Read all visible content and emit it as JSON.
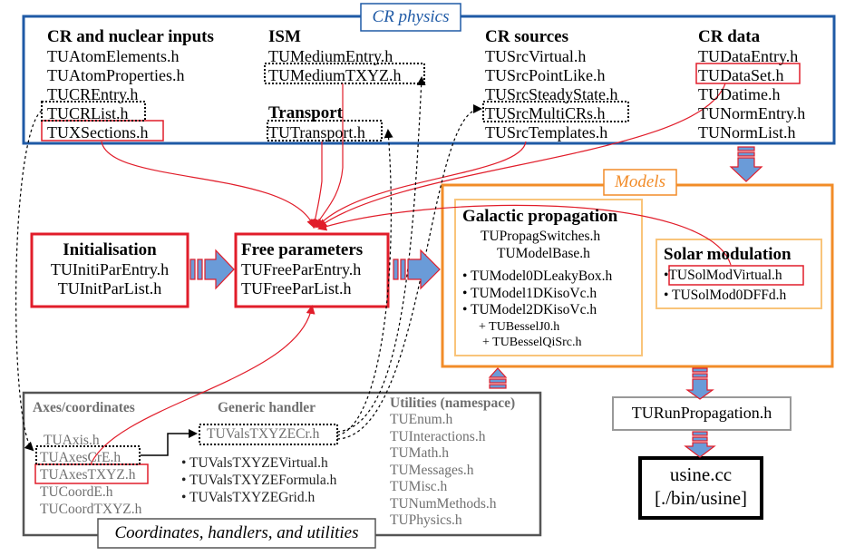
{
  "cr_physics": {
    "title": "CR physics",
    "nuclear": {
      "header": "CR and nuclear inputs",
      "files": [
        "TUAtomElements.h",
        "TUAtomProperties.h",
        "TUCREntry.h",
        "TUCRList.h",
        "TUXSections.h"
      ]
    },
    "ism": {
      "header": "ISM",
      "files": [
        "TUMediumEntry.h",
        "TUMediumTXYZ.h"
      ]
    },
    "transport": {
      "header": "Transport",
      "files": [
        "TUTransport.h"
      ]
    },
    "sources": {
      "header": "CR sources",
      "files": [
        "TUSrcVirtual.h",
        "TUSrcPointLike.h",
        "TUSrcSteadyState.h",
        "TUSrcMultiCRs.h",
        "TUSrcTemplates.h"
      ]
    },
    "data": {
      "header": "CR data",
      "files": [
        "TUDataEntry.h",
        "TUDataSet.h",
        "TUDatime.h",
        "TUNormEntry.h",
        "TUNormList.h"
      ]
    }
  },
  "initialisation": {
    "header": "Initialisation",
    "files": [
      "TUInitiParEntry.h",
      "TUInitParList.h"
    ]
  },
  "free_parameters": {
    "header": "Free parameters",
    "files": [
      "TUFreeParEntry.h",
      "TUFreeParList.h"
    ]
  },
  "models": {
    "title": "Models",
    "galactic": {
      "header": "Galactic propagation",
      "files": [
        "TUPropagSwitches.h",
        "TUModelBase.h"
      ],
      "models": [
        "• TUModel0DLeakyBox.h",
        "• TUModel1DKisoVc.h",
        "• TUModel2DKisoVc.h"
      ],
      "extras": [
        "+ TUBesselJ0.h",
        "+ TUBesselQiSrc.h"
      ]
    },
    "solar": {
      "header": "Solar modulation",
      "files": [
        "•TUSolModVirtual.h",
        "• TUSolMod0DFFd.h"
      ]
    }
  },
  "run": {
    "label": "TURunPropagation.h"
  },
  "usine": {
    "line1": "usine.cc",
    "line2": "[./bin/usine]"
  },
  "bottom": {
    "title": "Coordinates, handlers, and utilities",
    "axes": {
      "header": "Axes/coordinates",
      "files": [
        "TUAxis.h",
        "TUAxesCrE.h",
        "TUAxesTXYZ.h",
        "TUCoordE.h",
        "TUCoordTXYZ.h"
      ]
    },
    "handler": {
      "header": "Generic handler",
      "main": "TUValsTXYZECr.h",
      "files": [
        "• TUValsTXYZEVirtual.h",
        "• TUValsTXYZEFormula.h",
        "• TUValsTXYZEGrid.h"
      ]
    },
    "utilities": {
      "header": "Utilities (namespace)",
      "files": [
        "TUEnum.h",
        "TUInteractions.h",
        "TUMath.h",
        "TUMessages.h",
        "TUMisc.h",
        "TUNumMethods.h",
        "TUPhysics.h"
      ]
    }
  },
  "colors": {
    "blue": "#1f5aa6",
    "red": "#e11d2a",
    "orange": "#f28c28",
    "light_orange": "#f9c47a",
    "gray": "#555555",
    "arrow_fill": "#6a9bd8"
  }
}
